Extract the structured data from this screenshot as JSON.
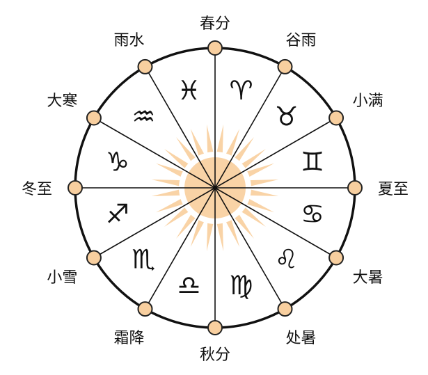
{
  "title": "二十四节气与黄道十二宫",
  "solar_terms": [
    "春分",
    "谷雨",
    "小满",
    "夏至",
    "大暑",
    "处暑",
    "秋分",
    "霜降",
    "小雪",
    "冬至",
    "大寒",
    "雨水"
  ],
  "zodiac_signs": [
    {
      "name": "aries",
      "glyph": "♈︎"
    },
    {
      "name": "taurus",
      "glyph": "♉︎"
    },
    {
      "name": "gemini",
      "glyph": "♊︎"
    },
    {
      "name": "cancer",
      "glyph": "♋︎"
    },
    {
      "name": "leo",
      "glyph": "♌︎"
    },
    {
      "name": "virgo",
      "glyph": "♍︎"
    },
    {
      "name": "libra",
      "glyph": "♎︎"
    },
    {
      "name": "scorpio",
      "glyph": "♏︎"
    },
    {
      "name": "sagittarius",
      "glyph": "♐︎"
    },
    {
      "name": "capricorn",
      "glyph": "♑︎"
    },
    {
      "name": "aquarius",
      "glyph": "♒︎"
    },
    {
      "name": "pisces",
      "glyph": "♓︎"
    }
  ],
  "colors": {
    "sun": "#f9d3a6",
    "dot": "#f8cf9f",
    "line": "#111111"
  }
}
